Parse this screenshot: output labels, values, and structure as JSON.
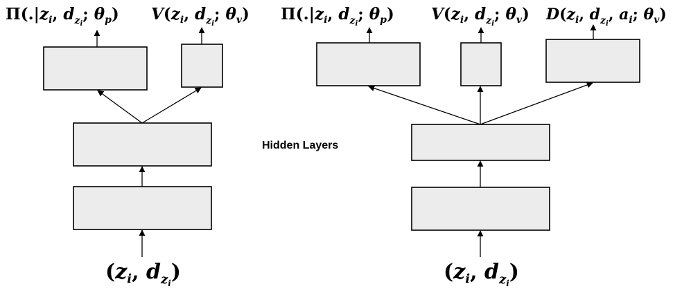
{
  "middle_label": "Hidden Layers",
  "left_network": {
    "input_label": "(z_i, d_{z_i})",
    "policy_output_label": "Π(.|z_i, d_{z_i}; θ_p)",
    "value_output_label": "V(z_i, d_{z_i}; θ_v)"
  },
  "right_network": {
    "input_label": "(z_i, d_{z_i})",
    "policy_output_label": "Π(.|z_i, d_{z_i}; θ_p)",
    "value_output_label": "V(z_i, d_{z_i}; θ_v)",
    "discriminator_output_label": "D(z_i, d_{z_i}, a_i; θ_v)"
  }
}
